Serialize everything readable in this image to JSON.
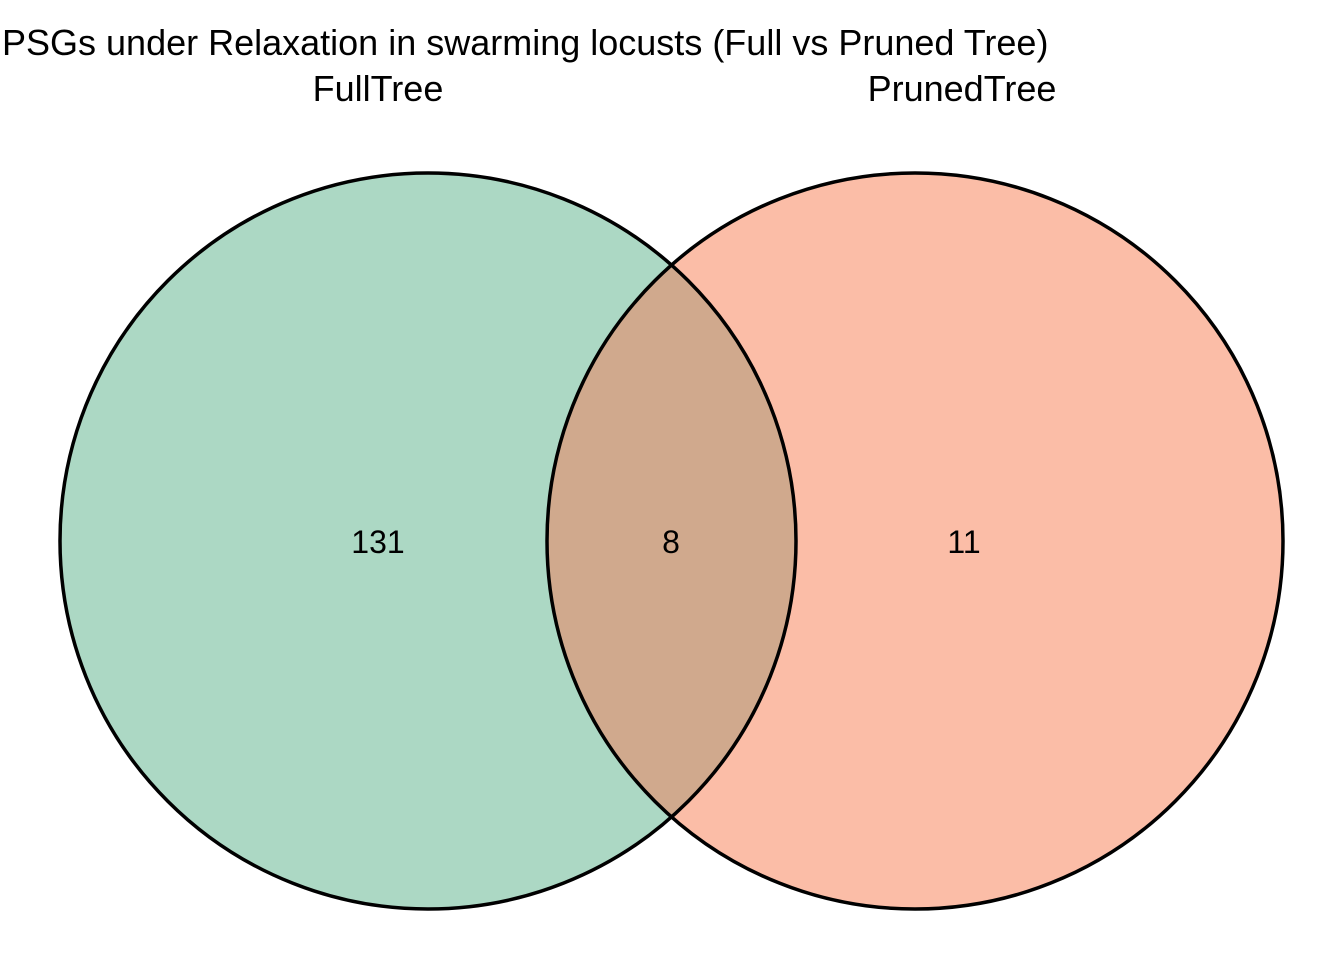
{
  "chart_data": {
    "type": "venn",
    "title": "PSGs under Relaxation in swarming locusts (Full vs Pruned Tree)",
    "sets": [
      {
        "label": "FullTree",
        "unique_count": "131",
        "fill": "#acd8c4"
      },
      {
        "label": "PrunedTree",
        "unique_count": "11",
        "fill": "#fbbda7"
      }
    ],
    "overlap": {
      "count": "8",
      "fill": "#d0a98d"
    },
    "outline_color": "#000000",
    "background": "#ffffff",
    "layout": {
      "legend_position": "none",
      "grid": false,
      "label_position": "above-circles",
      "title_alignment": "left"
    }
  }
}
